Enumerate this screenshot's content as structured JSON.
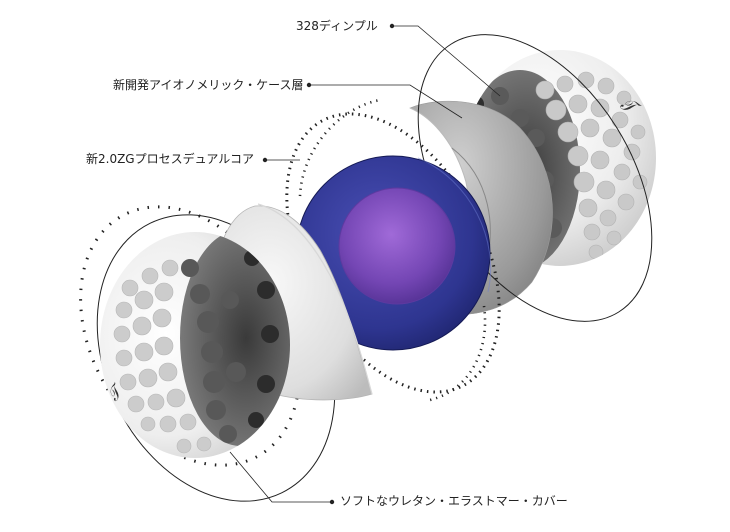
{
  "labels": {
    "dimples": "328ディンプル",
    "casing": "新開発アイオノメリック・ケース層",
    "core": "新2.0ZGプロセスデュアルコア",
    "cover": "ソフトなウレタン・エラストマー・カバー"
  },
  "colors": {
    "core_outer": "#33399a",
    "core_inner": "#7a4ab8",
    "casing": "#e3e3e3",
    "cover": "#f2f2f2",
    "dimple": "#b8b8b8",
    "line": "#222222"
  },
  "icons": {
    "logo_mark": "titleist-script-mark"
  }
}
